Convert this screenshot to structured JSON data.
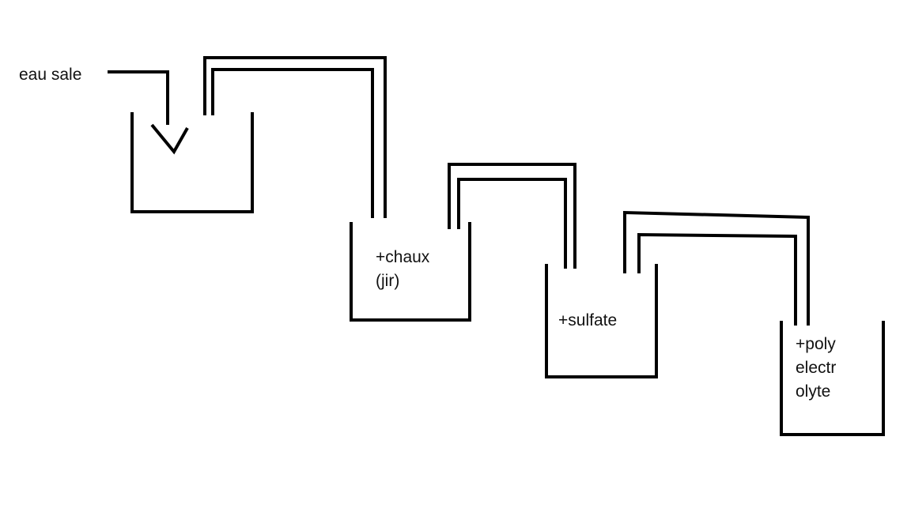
{
  "input_label": "eau sale",
  "tanks": [
    {
      "name": "tank-1",
      "label_lines": []
    },
    {
      "name": "tank-2-lime",
      "label_lines": [
        "+chaux",
        "(jir)"
      ]
    },
    {
      "name": "tank-3-sulfate",
      "label_lines": [
        "+sulfate"
      ]
    },
    {
      "name": "tank-4-polyelectrolyte",
      "label_lines": [
        "+poly",
        "electr",
        "olyte"
      ]
    }
  ],
  "colors": {
    "ink": "#000000",
    "text": "#111111",
    "background": "#ffffff"
  }
}
